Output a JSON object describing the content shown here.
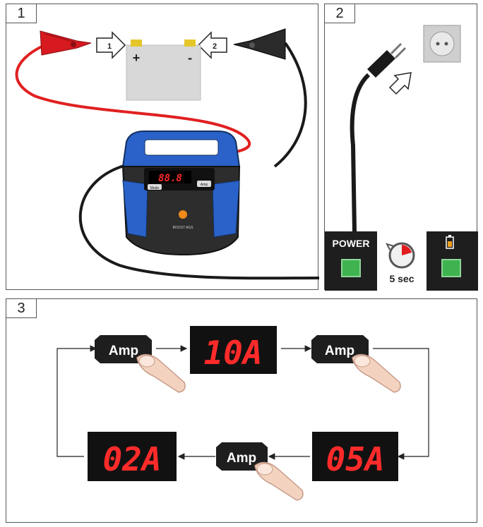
{
  "panels": [
    {
      "number": "1"
    },
    {
      "number": "2"
    },
    {
      "number": "3"
    }
  ],
  "panel1": {
    "arrow_1": "1",
    "arrow_2": "2",
    "battery_plus": "+",
    "battery_minus": "-",
    "charger_display": "88.8",
    "charger_mode_btn": "Mode",
    "charger_amp_btn": "Amp",
    "charger_side_text": "BOOST AGS"
  },
  "panel2": {
    "power_label": "POWER",
    "timer_label": "5 sec"
  },
  "panel3": {
    "amp_label": "Amp",
    "display_10a": "10A",
    "display_05a": "05A",
    "display_02a": "02A"
  },
  "colors": {
    "led_green": "#3fb34f",
    "segment_red": "#ff2b2b",
    "charger_blue": "#2a62c9",
    "clamp_red": "#d71920",
    "cable_red": "#e02020"
  }
}
